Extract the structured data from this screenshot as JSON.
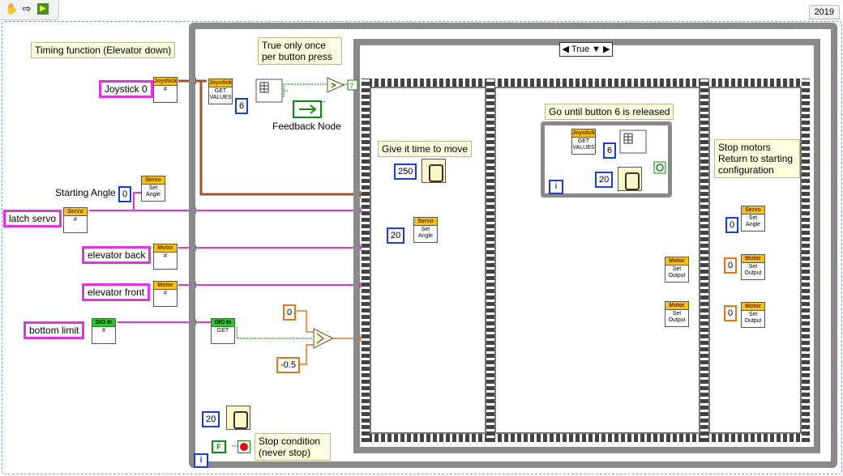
{
  "toolbar": {
    "icons": [
      "hand-icon",
      "arrow-right-icon",
      "vi-icon"
    ]
  },
  "version": "2019",
  "notes": {
    "timing_function": "Timing function (Elevator down)",
    "true_once": "True only once per button press",
    "give_time": "Give it time to move",
    "go_until": "Go until button 6 is released",
    "stop_motors": "Stop motors Return to starting configuration",
    "stop_condition": "Stop condition (never stop)"
  },
  "controls": {
    "joystick": "Joystick 0",
    "latch_servo": "latch servo",
    "elevator_back": "elevator back",
    "elevator_front": "elevator front",
    "bottom_limit": "bottom limit"
  },
  "labels": {
    "starting_angle": "Starting Angle",
    "feedback_node": "Feedback Node"
  },
  "case_selector": {
    "value": "True"
  },
  "constants": {
    "start_angle": "0",
    "button_index": "6",
    "zero_orange": "0",
    "neg_half": "-0.5",
    "wait_250": "250",
    "angle_20": "20",
    "button_index_inner": "6",
    "wait_20_inner": "20",
    "stop_angle": "0",
    "stop_back": "0",
    "stop_front": "0",
    "wait_20_loop": "20",
    "bool_false": "F"
  },
  "vis": {
    "joystick_ref": {
      "hdr": "Joystick",
      "body": "#"
    },
    "joystick_get": {
      "hdr": "Joystick",
      "body": "GET VALUES"
    },
    "servo_ref": {
      "hdr": "Servo",
      "body": "#"
    },
    "servo_set1": {
      "hdr": "Servo",
      "body": "Set Angle"
    },
    "servo_set2": {
      "hdr": "Servo",
      "body": "Set Angle"
    },
    "servo_set3": {
      "hdr": "Servo",
      "body": "Set Angle"
    },
    "motor_ref_back": {
      "hdr": "Motor",
      "body": "#"
    },
    "motor_ref_front": {
      "hdr": "Motor",
      "body": "#"
    },
    "dio_ref": {
      "hdr": "DIO In",
      "body": "#"
    },
    "dio_get": {
      "hdr": "DIO In",
      "body": "GET"
    },
    "joystick_get_inner": {
      "hdr": "Joystick",
      "body": "GET VALUES"
    },
    "motor_set_back": {
      "hdr": "Motor",
      "body": "Set Output"
    },
    "motor_set_front": {
      "hdr": "Motor",
      "body": "Set Output"
    },
    "motor_stop_back": {
      "hdr": "Motor",
      "body": "Set Output"
    },
    "motor_stop_front": {
      "hdr": "Motor",
      "body": "Set Output"
    }
  },
  "iteration_label": "i",
  "colors": {
    "refnum_wire": "#e233e2",
    "joystick_wire": "#a0522d",
    "numeric_wire": "#e3761b",
    "bool_wire": "#0b8a0b",
    "structure_border": "#8a8a8a"
  }
}
